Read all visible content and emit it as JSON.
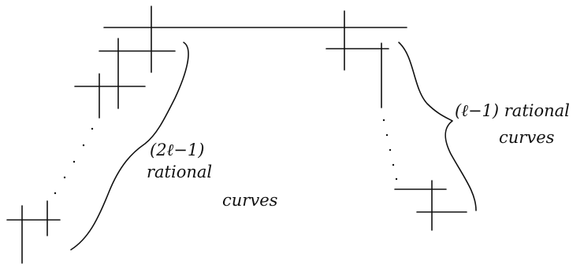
{
  "labels": {
    "left_count": "(2ℓ−1)",
    "left_word1": "rational",
    "left_word2": "curves",
    "right_line1": "(ℓ−1) rational",
    "right_line2": "curves"
  },
  "colors": {
    "ink": "#111111",
    "background": "#ffffff"
  }
}
